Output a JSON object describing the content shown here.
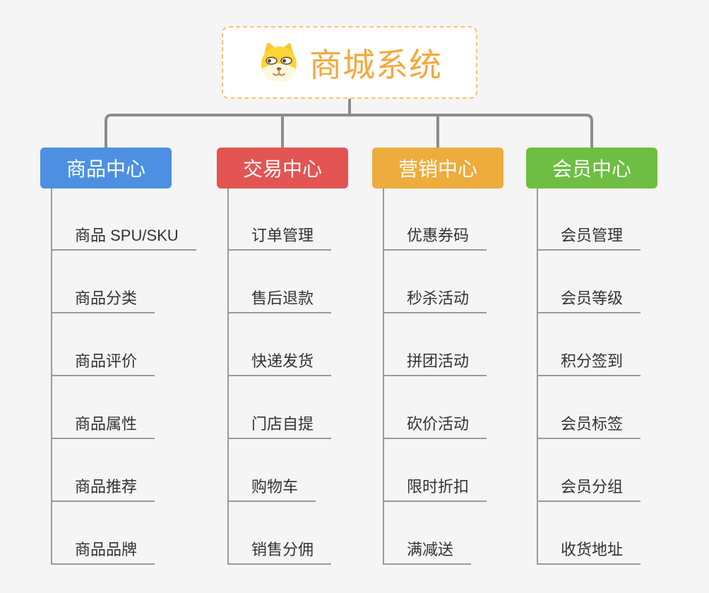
{
  "root": {
    "title": "商城系统",
    "icon": "dog-face-icon",
    "title_color": "#f2a93e",
    "border_color": "#f6c474",
    "background": "#ffffff"
  },
  "branches": [
    {
      "label": "商品中心",
      "color": "#4d90e2",
      "children": [
        "商品 SPU/SKU",
        "商品分类",
        "商品评价",
        "商品属性",
        "商品推荐",
        "商品品牌"
      ]
    },
    {
      "label": "交易中心",
      "color": "#e25552",
      "children": [
        "订单管理",
        "售后退款",
        "快递发货",
        "门店自提",
        "购物车",
        "销售分佣"
      ]
    },
    {
      "label": "营销中心",
      "color": "#edac3c",
      "children": [
        "优惠券码",
        "秒杀活动",
        "拼团活动",
        "砍价活动",
        "限时折扣",
        "满减送"
      ]
    },
    {
      "label": "会员中心",
      "color": "#6ebe44",
      "children": [
        "会员管理",
        "会员等级",
        "积分签到",
        "会员标签",
        "会员分组",
        "收货地址"
      ]
    }
  ],
  "colors": {
    "background": "#f5f5f6",
    "connector": "#8c8c8c",
    "leaf_line": "#9a9a9a",
    "leaf_text": "#333333"
  }
}
